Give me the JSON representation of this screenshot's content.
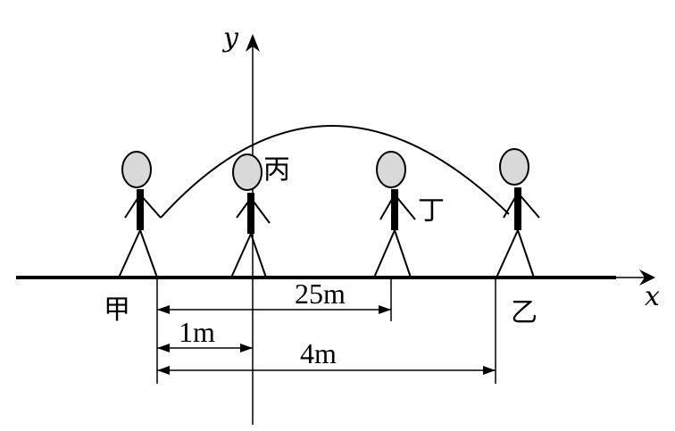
{
  "axes": {
    "x_label": "x",
    "y_label": "y"
  },
  "people": [
    {
      "id": "jia",
      "label": "甲"
    },
    {
      "id": "bing",
      "label": "丙"
    },
    {
      "id": "ding",
      "label": "丁"
    },
    {
      "id": "yi",
      "label": "乙"
    }
  ],
  "dimensions": {
    "d_25": "25m",
    "d_1": "1m",
    "d_4": "4m"
  },
  "colors": {
    "head_fill": "#d9d9d9",
    "stroke": "#000000"
  }
}
